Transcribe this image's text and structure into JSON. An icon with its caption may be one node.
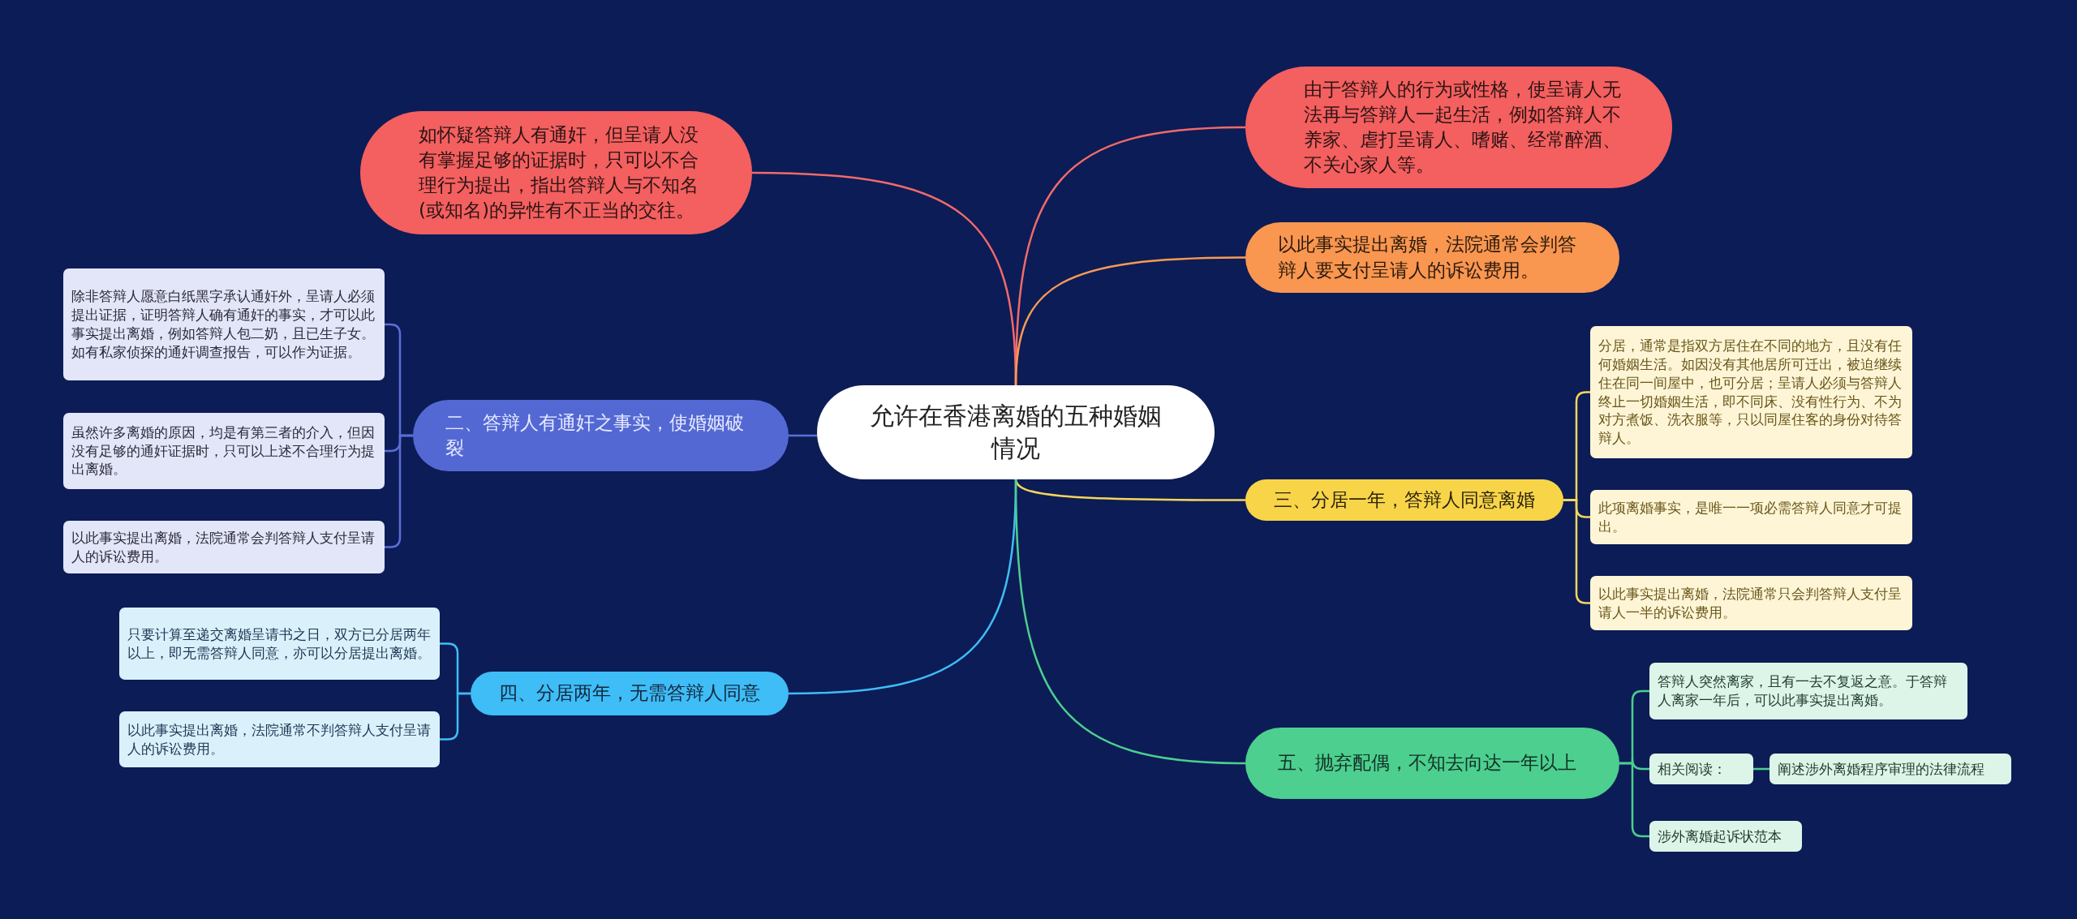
{
  "diagram": {
    "nodes": [
      {
        "text": [
          "允许在香港离婚的五种婚姻情况"
        ]
      },
      {
        "text": [
          "如怀疑答辩人有通奸，但呈请人没有掌握足够的证据时，只可以不合理行为提出，指出答辩人与不知名(或知名)的异性有不正当的交往。"
        ]
      },
      {
        "text": [
          "由于答辩人的行为或性格，使呈请人无法再与答辩人一起生活，例如答辩人不养家、虐打呈请人、嗜赌、经常醉酒、不关心家人等。"
        ]
      },
      {
        "text": [
          "以此事实提出离婚，法院通常会判答辩人要支付呈请人的诉讼费用。"
        ]
      },
      {
        "text": [
          "二、答辩人有通奸之事实，使婚姻破裂"
        ]
      },
      {
        "text": [
          "除非答辩人愿意白纸黑字承认通奸外，呈请人必须提出证据，证明答辩人确有通奸的事实，才可以此事实提出离婚，例如答辩人包二奶，且已生子女。如有私家侦探的通奸调查报告，可以作为证据。"
        ]
      },
      {
        "text": [
          "虽然许多离婚的原因，均是有第三者的介入，但因没有足够的通奸证据时，只可以上述不合理行为提出离婚。"
        ]
      },
      {
        "text": [
          "以此事实提出离婚，法院通常会判答辩人支付呈请人的诉讼费用。"
        ]
      },
      {
        "text": [
          "三、分居一年，答辩人同意离婚"
        ]
      },
      {
        "text": [
          "分居，通常是指双方居住在不同的地方，且没有任何婚姻生活。如因没有其他居所可迁出，被迫继续住在同一间屋中，也可分居；呈请人必须与答辩人终止一切婚姻生活，即不同床、没有性行为、不为对方煮饭、洗衣服等，只以同屋住客的身份对待答辩人。"
        ]
      },
      {
        "text": [
          "此项离婚事实，是唯一一项必需答辩人同意才可提出。"
        ]
      },
      {
        "text": [
          "以此事实提出离婚，法院通常只会判答辩人支付呈请人一半的诉讼费用。"
        ]
      },
      {
        "text": [
          "四、分居两年，无需答辩人同意"
        ]
      },
      {
        "text": [
          "只要计算至递交离婚呈请书之日，双方已分居两年以上，即无需答辩人同意，亦可以分居提出离婚。"
        ]
      },
      {
        "text": [
          "以此事实提出离婚，法院通常不判答辩人支付呈请人的诉讼费用。"
        ]
      },
      {
        "text": [
          "五、抛弃配偶，不知去向达一年以上"
        ]
      },
      {
        "text": [
          "答辩人突然离家，且有一去不复返之意。于答辩人离家一年后，可以此事实提出离婚。"
        ]
      },
      {
        "text": [
          "相关阅读："
        ]
      },
      {
        "text": [
          "涉外离婚起诉状范本"
        ]
      },
      {
        "text": [
          "阐述涉外离婚程序审理的法律流程"
        ]
      }
    ],
    "edges": [
      {
        "from": 0,
        "to": 1,
        "arrow": "none",
        "color": "#f26a6a"
      },
      {
        "from": 0,
        "to": 2,
        "arrow": "none",
        "color": "#f26a6a"
      },
      {
        "from": 0,
        "to": 3,
        "arrow": "none",
        "color": "#f99a55"
      },
      {
        "from": 0,
        "to": 4,
        "arrow": "none",
        "color": "#5b6ed8"
      },
      {
        "from": 0,
        "to": 8,
        "arrow": "none",
        "color": "#f5d65a"
      },
      {
        "from": 0,
        "to": 12,
        "arrow": "none",
        "color": "#3ebdf7"
      },
      {
        "from": 0,
        "to": 15,
        "arrow": "none",
        "color": "#4ccf8f"
      },
      {
        "from": 4,
        "to": 5,
        "arrow": "none",
        "color": "#5b6ed8"
      },
      {
        "from": 4,
        "to": 6,
        "arrow": "none",
        "color": "#5b6ed8"
      },
      {
        "from": 4,
        "to": 7,
        "arrow": "none",
        "color": "#5b6ed8"
      },
      {
        "from": 8,
        "to": 9,
        "arrow": "none",
        "color": "#f5d65a"
      },
      {
        "from": 8,
        "to": 10,
        "arrow": "none",
        "color": "#f5d65a"
      },
      {
        "from": 8,
        "to": 11,
        "arrow": "none",
        "color": "#f5d65a"
      },
      {
        "from": 12,
        "to": 13,
        "arrow": "none",
        "color": "#3ebdf7"
      },
      {
        "from": 12,
        "to": 14,
        "arrow": "none",
        "color": "#3ebdf7"
      },
      {
        "from": 15,
        "to": 16,
        "arrow": "none",
        "color": "#4ccf8f"
      },
      {
        "from": 15,
        "to": 17,
        "arrow": "none",
        "color": "#4ccf8f"
      },
      {
        "from": 15,
        "to": 18,
        "arrow": "none",
        "color": "#4ccf8f"
      },
      {
        "from": 17,
        "to": 19,
        "arrow": "none",
        "color": "#4ccf8f"
      }
    ]
  }
}
